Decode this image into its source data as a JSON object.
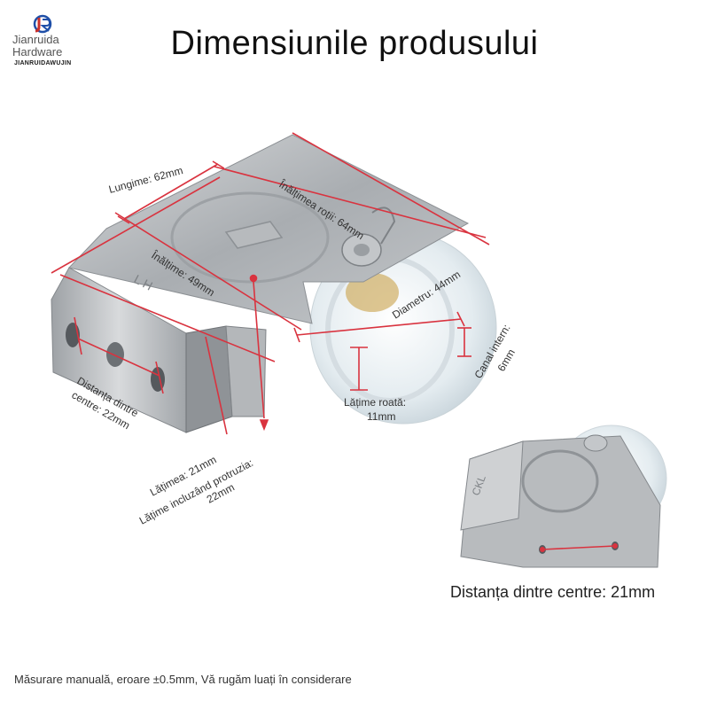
{
  "brand": {
    "name": "Jianruida Hardware",
    "tagline": "JIANRUIDAWUJIN",
    "colors": {
      "mark_red": "#c9302c",
      "mark_blue": "#1f4fa8"
    }
  },
  "title": "Dimensiunile produsului",
  "labels": {
    "length": "Lungime: 62mm",
    "wheel_height": "Înălțimea roții: 64mm",
    "height": "Înălțime: 49mm",
    "diameter": "Diametru: 44mm",
    "channel_line1": "Canal intern:",
    "channel_line2": "6mm",
    "center_distance_line1": "Distanța dintre",
    "center_distance_line2": "centre: 22mm",
    "wheel_width_line1": "Lățime roată:",
    "wheel_width_line2": "11mm",
    "width_line1": "Lățimea: 21mm",
    "width_line2": "Lățime incluzând protruzia:",
    "width_line3": "22mm"
  },
  "inset_caption": "Distanța dintre centre: 21mm",
  "footer": "Măsurare manuală, eroare ±0.5mm, Vă rugăm luați în considerare",
  "colors": {
    "dimension_line": "#d9333f",
    "steel": "#b9bcbf",
    "wheel": "#e8eef2"
  }
}
